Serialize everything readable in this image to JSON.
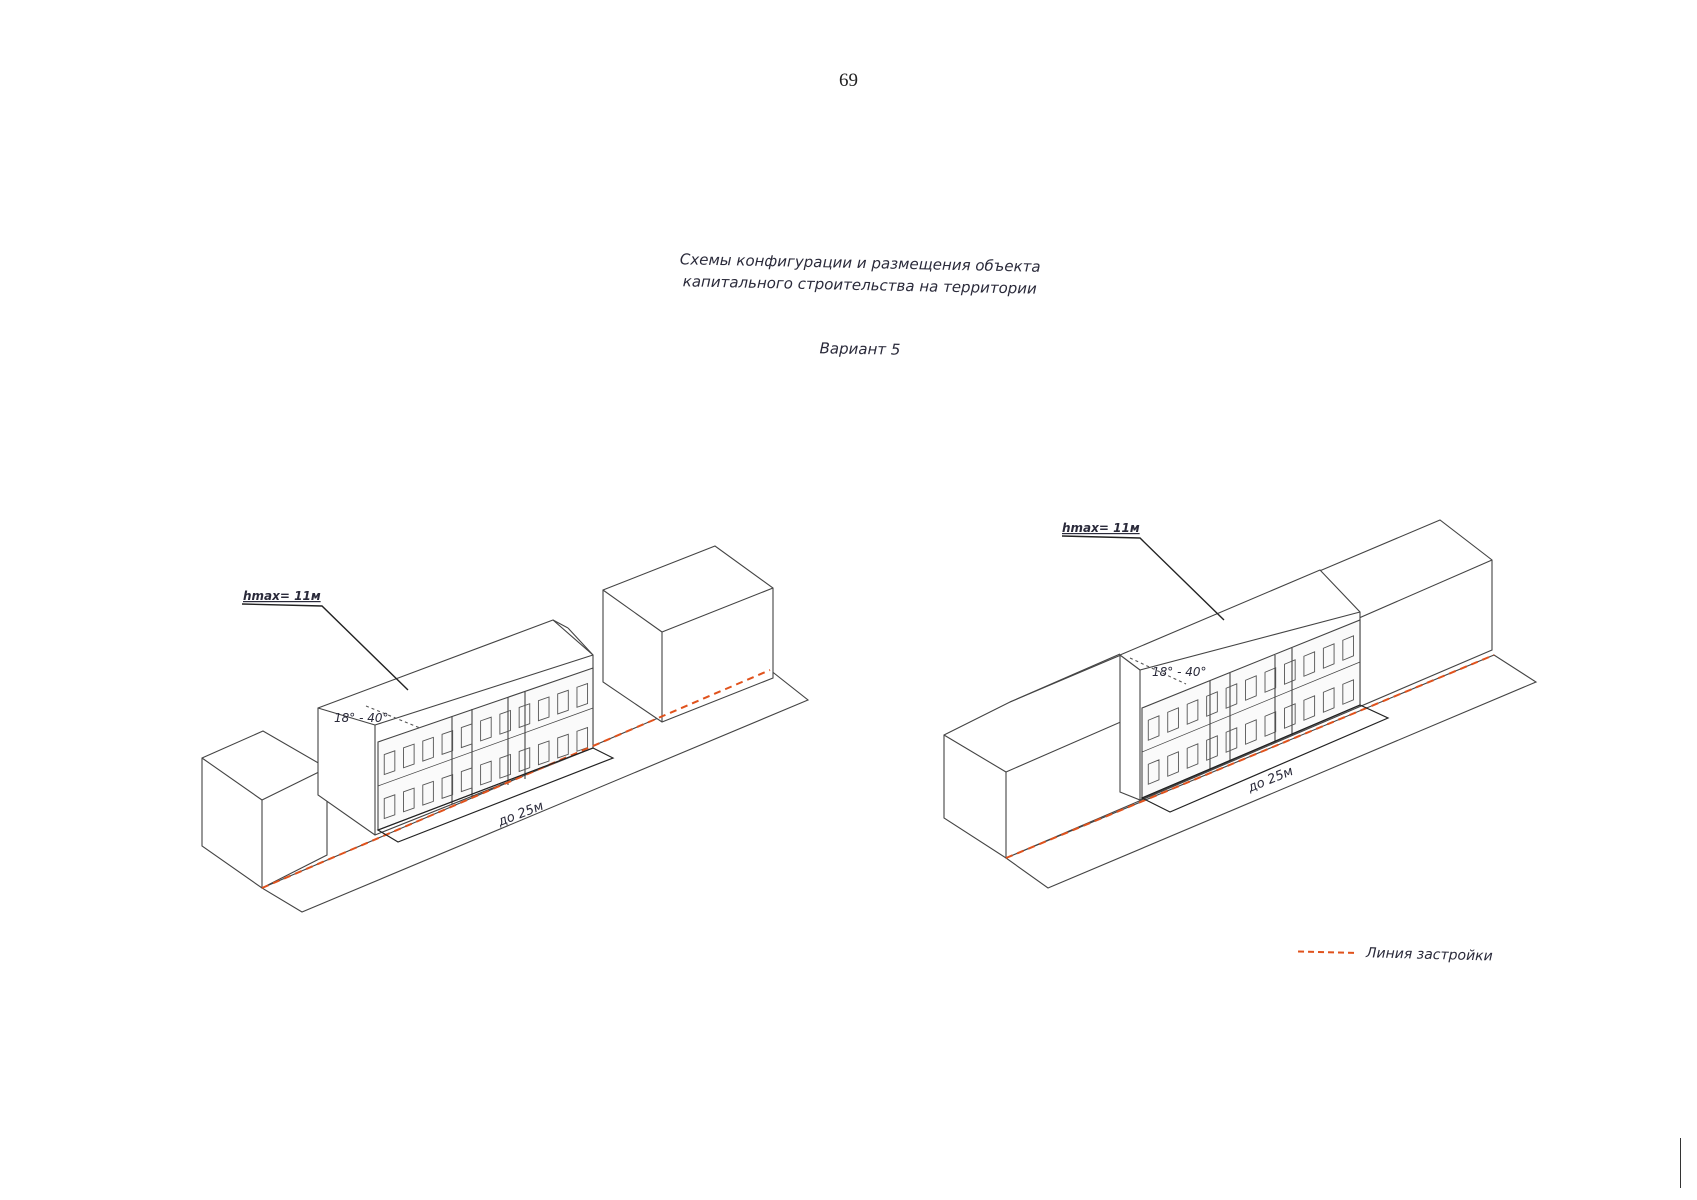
{
  "page_number": "69",
  "title_line1": "Схемы конфигурации и размещения объекта",
  "title_line2": "капитального строительства на территории",
  "variant": "Вариант 5",
  "left_scheme": {
    "height_label": "hmax= 11м",
    "angle_label": "18° - 40°",
    "width_label": "до 25м"
  },
  "right_scheme": {
    "height_label": "hmax= 11м",
    "angle_label": "18° - 40°",
    "width_label": "до 25м"
  },
  "legend": {
    "label": "Линия застройки",
    "color": "#e0521c"
  }
}
